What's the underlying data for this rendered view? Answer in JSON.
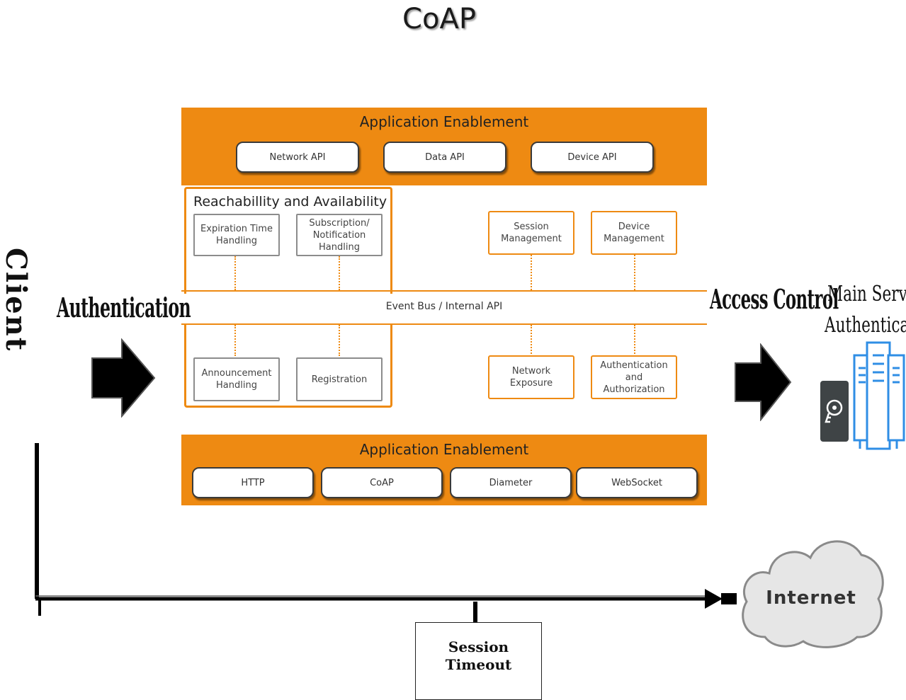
{
  "title": "CoAP",
  "top_band": {
    "title": "Application Enablement",
    "items": [
      "Network API",
      "Data API",
      "Device API"
    ]
  },
  "reachability": {
    "title": "Reachabillity and Availability",
    "top_boxes": [
      "Expiration Time\nHandling",
      "Subscription/\nNotification\nHandling"
    ],
    "bottom_boxes": [
      "Announcement\nHandling",
      "Registration"
    ]
  },
  "right_top_boxes": [
    "Session\nManagement",
    "Device\nManagement"
  ],
  "right_bottom_boxes": [
    "Network\nExposure",
    "Authentication\nand\nAuthorization"
  ],
  "event_bus": "Event Bus / Internal API",
  "bottom_band": {
    "title": "Application Enablement",
    "items": [
      "HTTP",
      "CoAP",
      "Diameter",
      "WebSocket"
    ]
  },
  "labels": {
    "client": "Client",
    "authentication": "Authentication",
    "access_control": "Access Control",
    "main_server": "Main Server",
    "authenticator": "Authenticator",
    "session_timeout_line1": "Session",
    "session_timeout_line2": "Timeout",
    "internet": "Internet"
  },
  "icons": [
    "arrow-right-icon",
    "key-icon",
    "server-icon",
    "cloud-icon"
  ],
  "colors": {
    "accent": "#ee8a12",
    "server_blue": "#2f8ee5",
    "key_bg": "#3f4446"
  }
}
